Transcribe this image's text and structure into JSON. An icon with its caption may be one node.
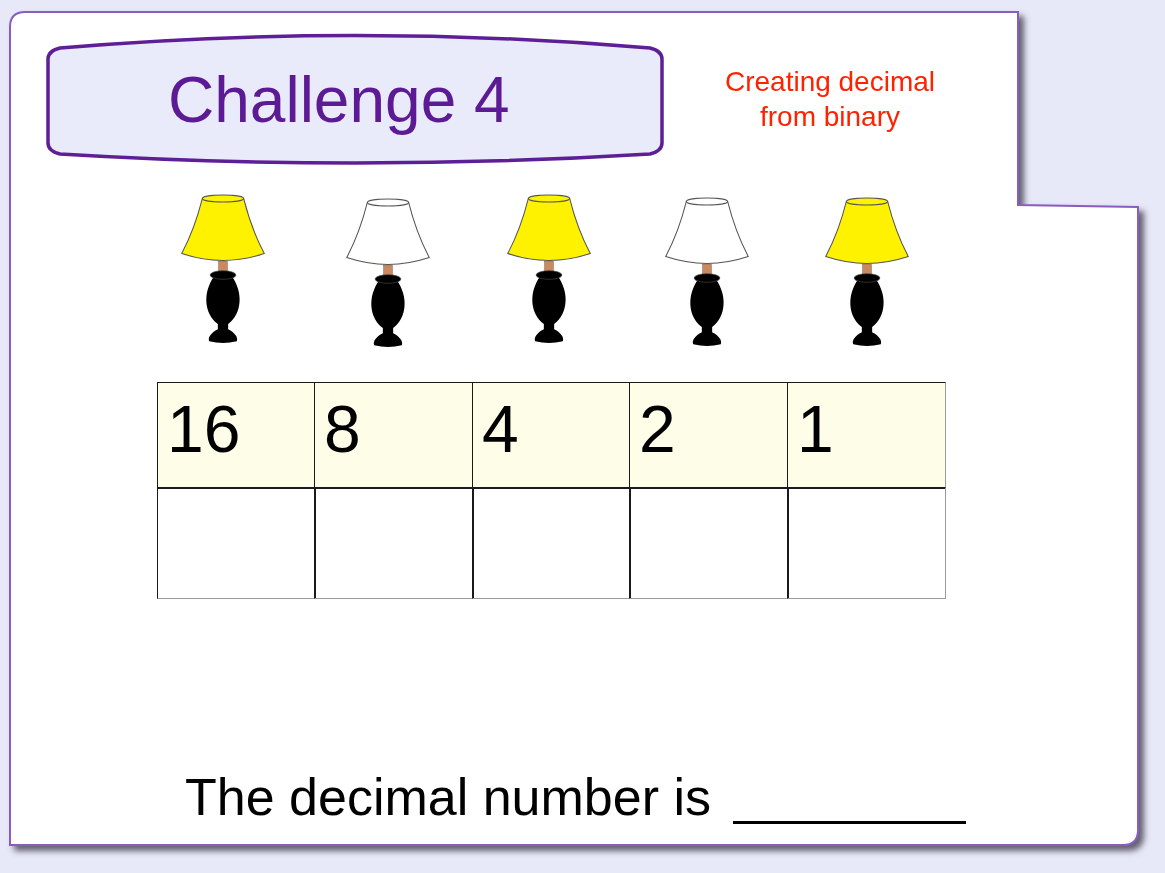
{
  "diagram": {
    "title": "Challenge 4",
    "labels": [
      "Creating decimal from binary",
      "16",
      "8",
      "4",
      "2",
      "1",
      "The decimal number is"
    ]
  }
}
